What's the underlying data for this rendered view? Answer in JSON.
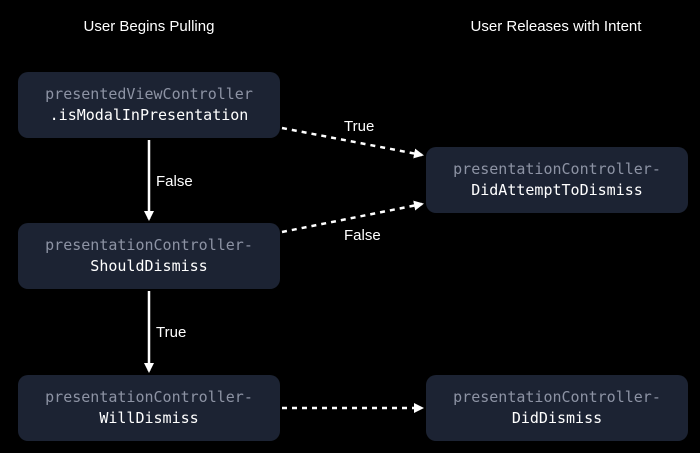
{
  "headings": {
    "left": "User Begins Pulling",
    "right": "User Releases with Intent"
  },
  "nodes": {
    "is_modal": {
      "line1": "presentedViewController",
      "line2": ".isModalInPresentation"
    },
    "should_dismiss": {
      "line1": "presentationController-",
      "line2": "ShouldDismiss"
    },
    "will_dismiss": {
      "line1": "presentationController-",
      "line2": "WillDismiss"
    },
    "did_attempt": {
      "line1": "presentationController-",
      "line2": "DidAttemptToDismiss"
    },
    "did_dismiss": {
      "line1": "presentationController-",
      "line2": "DidDismiss"
    }
  },
  "edges": {
    "is_modal_false": "False",
    "should_dismiss_true": "True",
    "is_modal_true": "True",
    "should_dismiss_false": "False"
  },
  "colors": {
    "background": "#000000",
    "node_fill": "#1c2333",
    "node_text_primary": "#ffffff",
    "node_text_secondary": "#8d93a4",
    "arrow": "#ffffff"
  }
}
